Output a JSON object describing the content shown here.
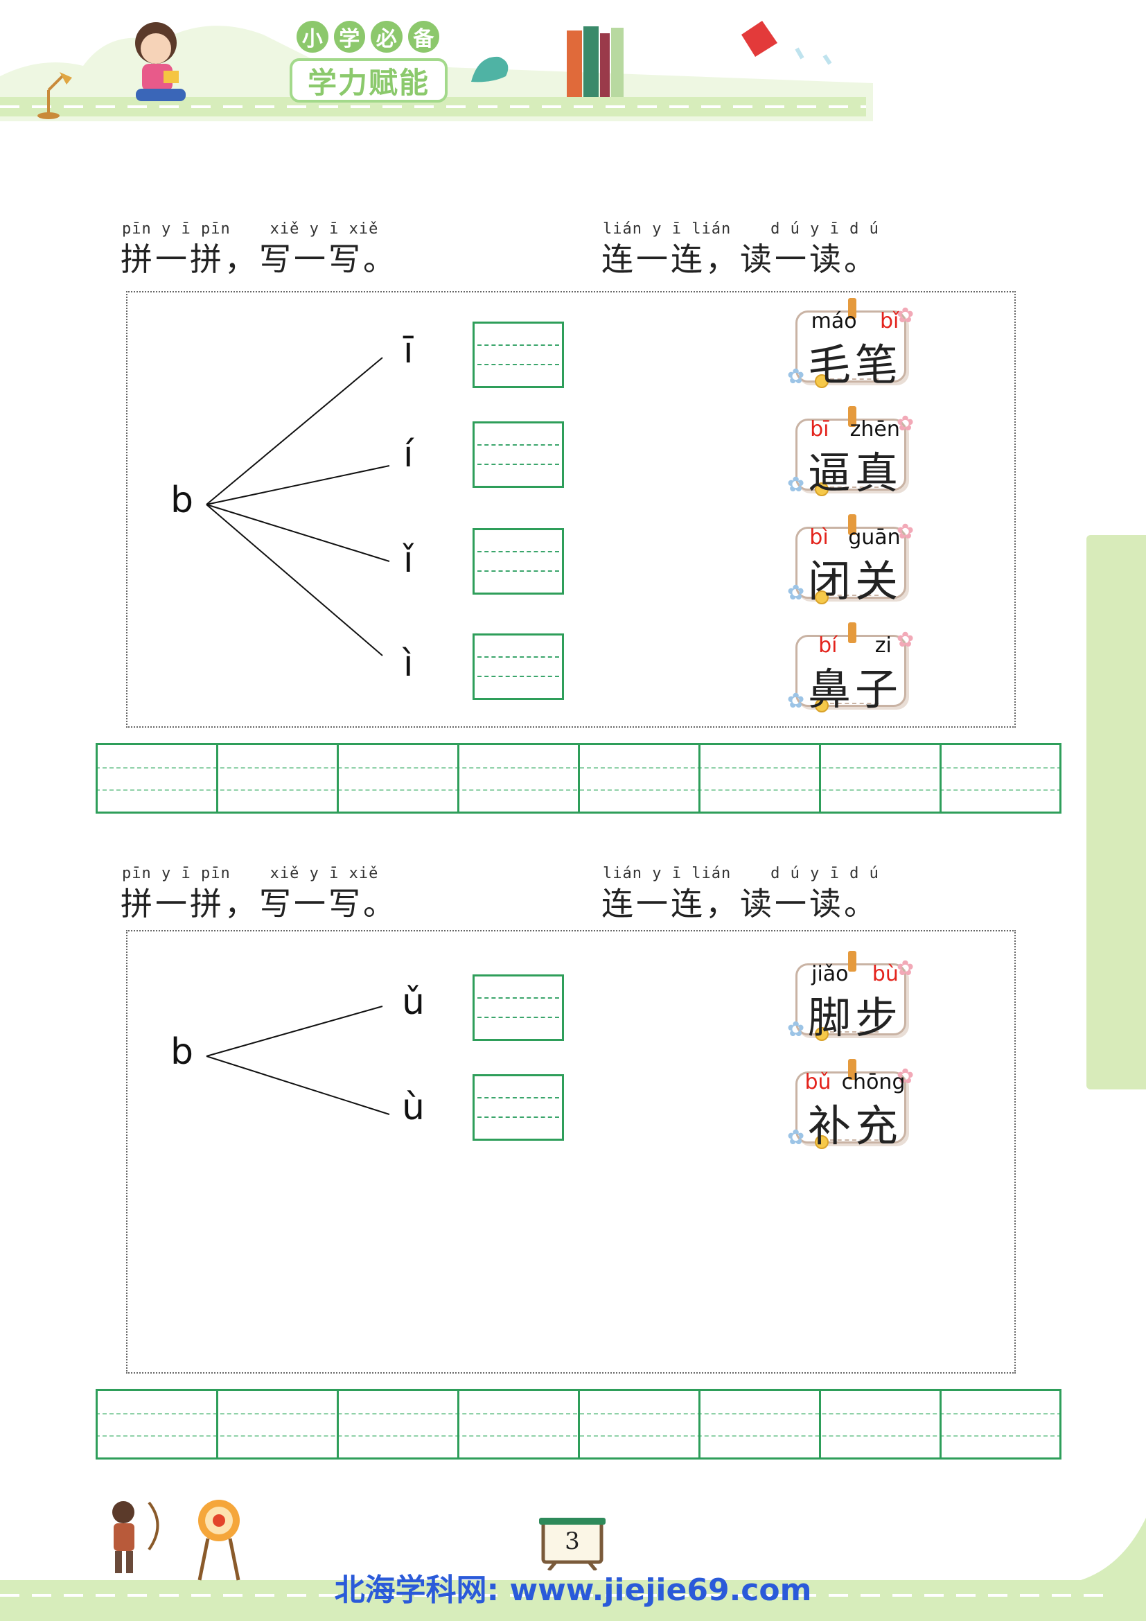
{
  "header": {
    "badge_top": "小学必备",
    "badge_bottom": "学力赋能"
  },
  "section1": {
    "left_pinyin": "pīn y ī pīn    xiě y ī xiě",
    "left_title": "拼一拼，写一写。",
    "right_pinyin": "lián y ī lián    d ú y ī d ú",
    "right_title": "连一连，读一读。",
    "initial": "b",
    "finals": [
      "ī",
      "í",
      "ǐ",
      "ì"
    ],
    "words": [
      {
        "py1": "máo",
        "py1_red": false,
        "py2": "bǐ",
        "py2_red": true,
        "hanzi": "毛笔"
      },
      {
        "py1": "bī",
        "py1_red": true,
        "py2": "zhēn",
        "py2_red": false,
        "hanzi": "逼真"
      },
      {
        "py1": "bì",
        "py1_red": true,
        "py2": "guān",
        "py2_red": false,
        "hanzi": "闭关"
      },
      {
        "py1": "bí",
        "py1_red": true,
        "py2": "zi",
        "py2_red": false,
        "hanzi": "鼻子"
      }
    ]
  },
  "section2": {
    "left_pinyin": "pīn y ī pīn    xiě y ī xiě",
    "left_title": "拼一拼，写一写。",
    "right_pinyin": "lián y ī lián    d ú y ī d ú",
    "right_title": "连一连，读一读。",
    "initial": "b",
    "finals": [
      "ǔ",
      "ù"
    ],
    "words": [
      {
        "py1": "jiǎo",
        "py1_red": false,
        "py2": "bù",
        "py2_red": true,
        "hanzi": "脚步"
      },
      {
        "py1": "bǔ",
        "py1_red": true,
        "py2": "chōng",
        "py2_red": false,
        "hanzi": "补充"
      }
    ]
  },
  "footer": {
    "page_number": "3",
    "site_text": "北海学科网: www.jiejie69.com"
  },
  "colors": {
    "accent_green": "#2e9e5a",
    "header_green": "#a3d98b",
    "pinyin_red": "#e3231c",
    "footer_blue": "#2a5ad9"
  }
}
